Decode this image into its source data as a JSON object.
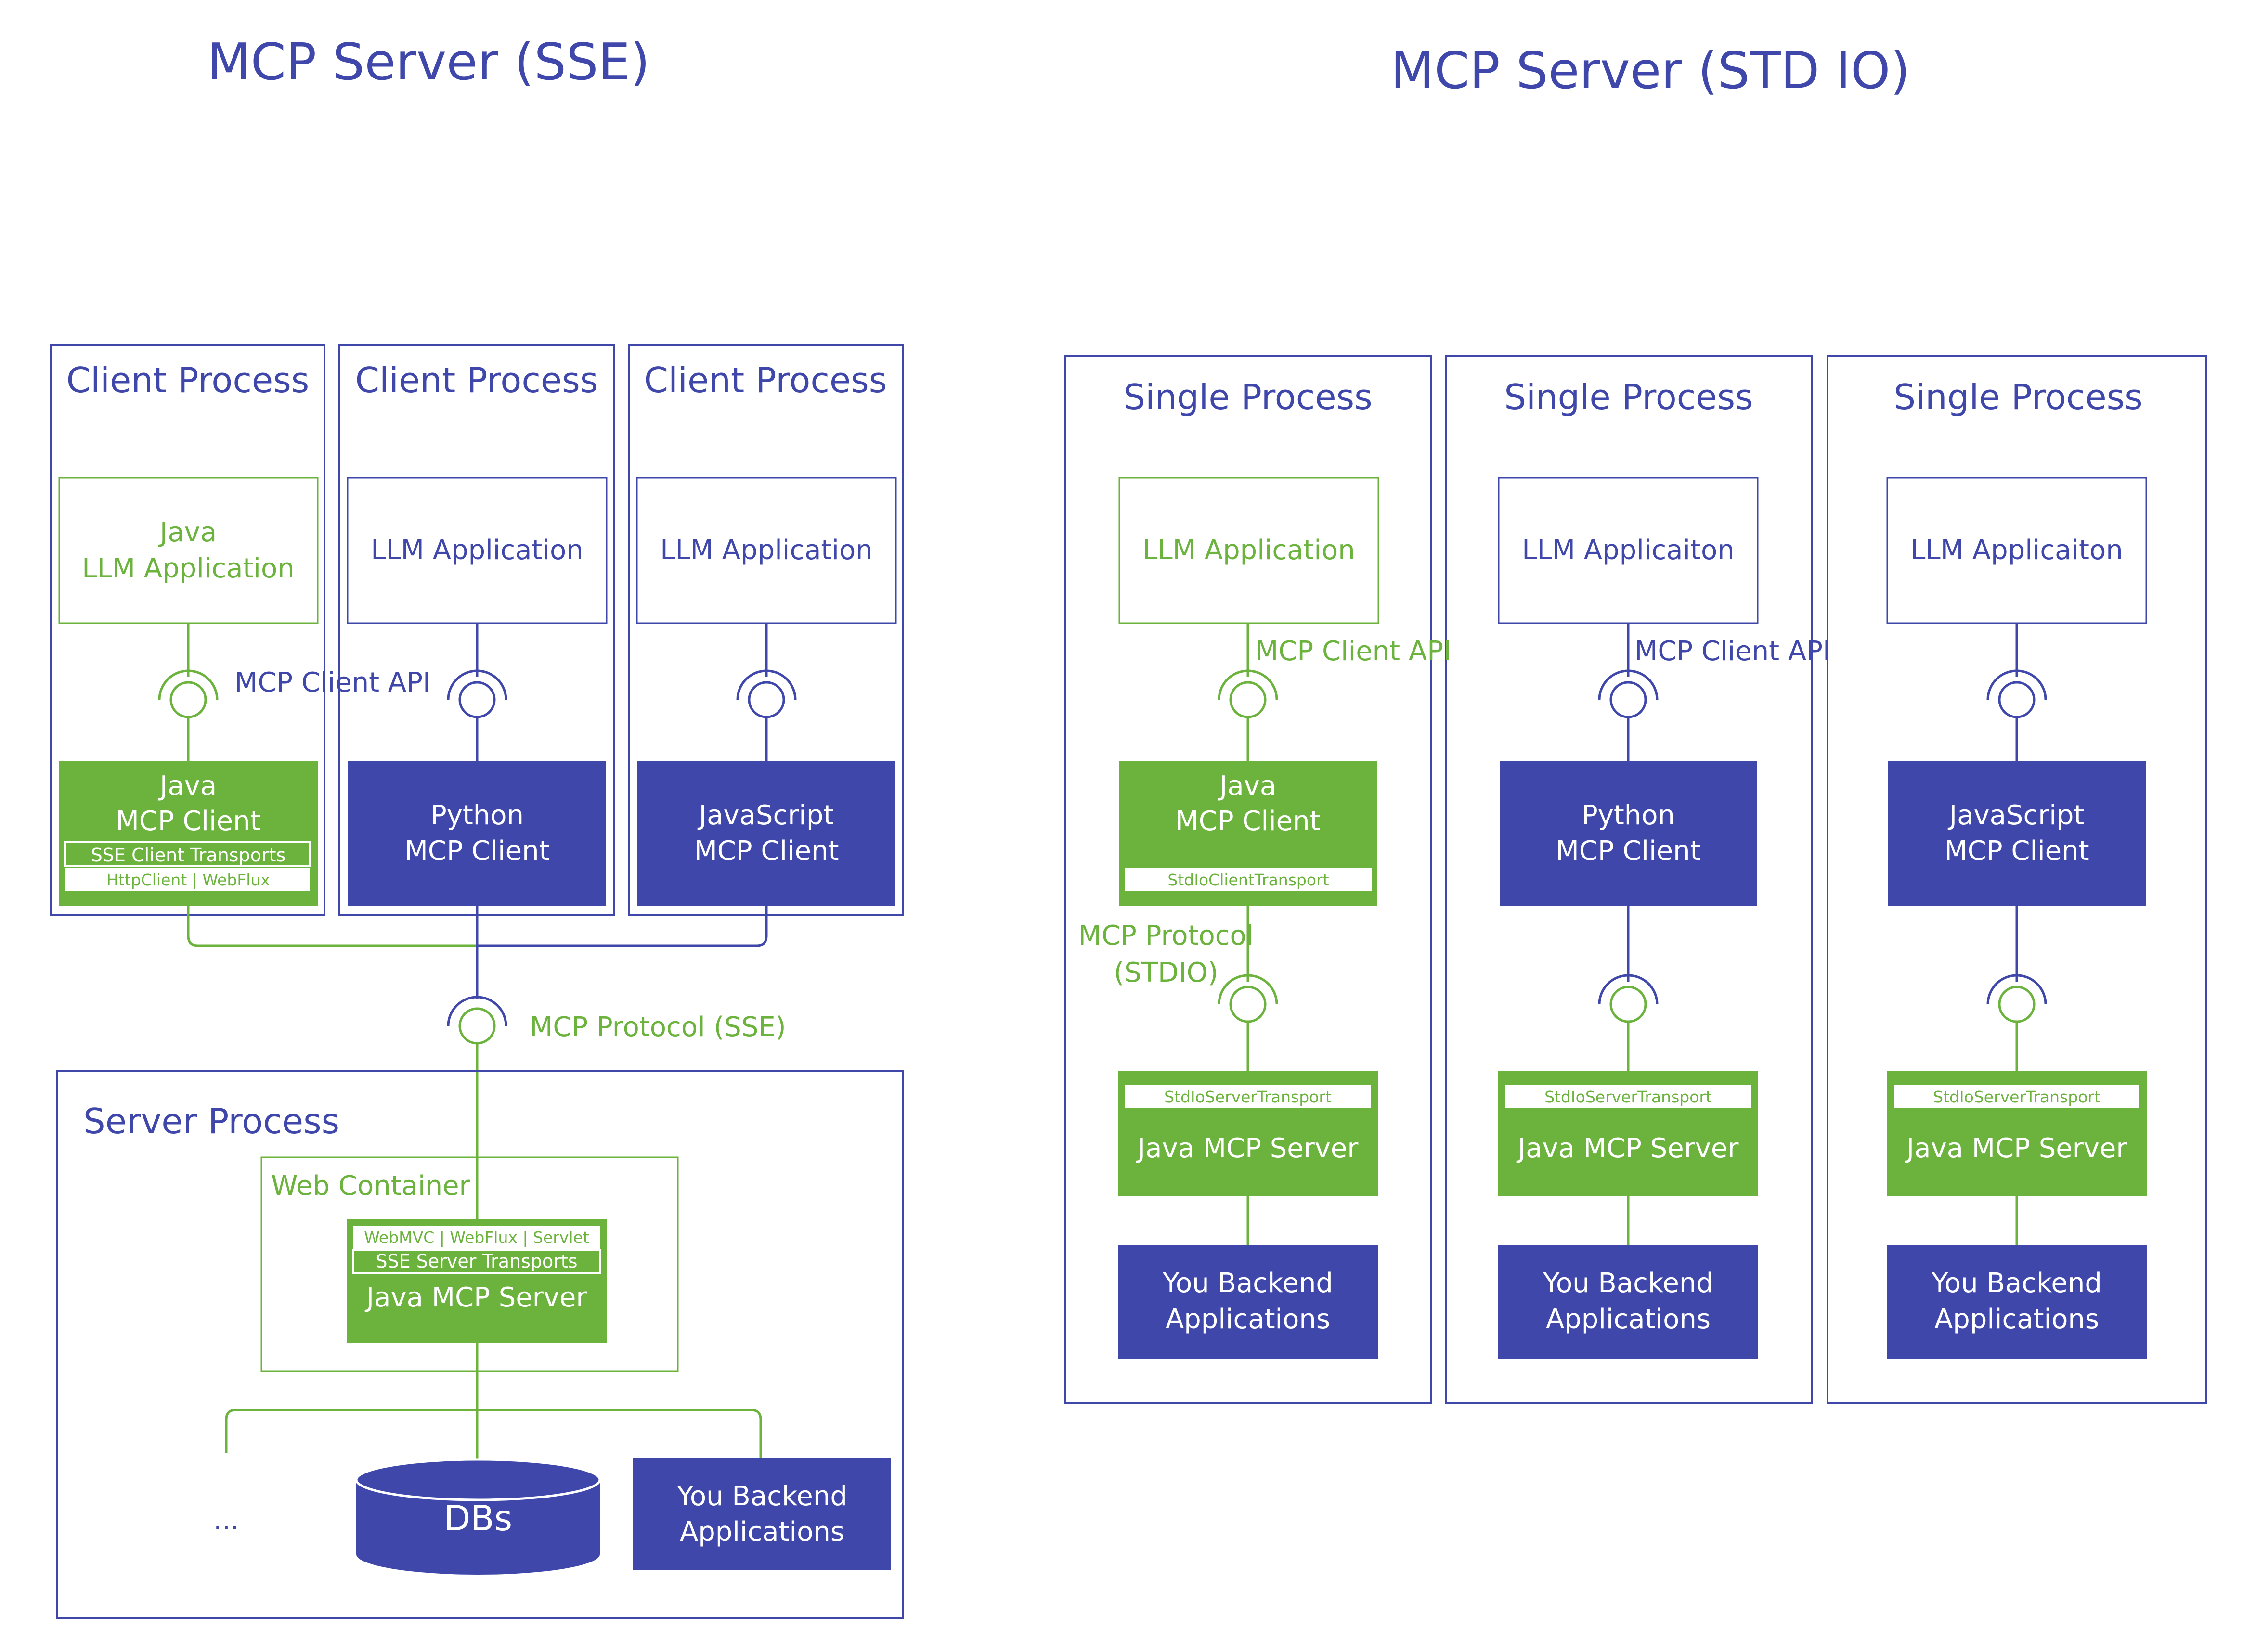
{
  "colors": {
    "blue": "#3f48aa",
    "green": "#6cb33e",
    "white": "#ffffff"
  },
  "sse": {
    "title": "MCP Server (SSE)",
    "client_process_label": "Client Process",
    "java_app": {
      "line1": "Java",
      "line2": "LLM Application"
    },
    "llm_app": "LLM Application",
    "client_api_label": "MCP Client API",
    "java_client": {
      "line1": "Java",
      "line2": "MCP Client",
      "transport": "SSE Client Transports",
      "impl": "HttpClient | WebFlux"
    },
    "python_client": {
      "line1": "Python",
      "line2": "MCP Client"
    },
    "js_client": {
      "line1": "JavaScript",
      "line2": "MCP Client"
    },
    "protocol_label": "MCP Protocol (SSE)",
    "server_process_label": "Server Process",
    "web_container_label": "Web Container",
    "server": {
      "impl": "WebMVC | WebFlux | Servlet",
      "transport": "SSE Server Transports",
      "label": "Java MCP Server"
    },
    "ellipsis": "...",
    "dbs": "DBs",
    "backend": {
      "line1": "You Backend",
      "line2": "Applications"
    }
  },
  "stdio": {
    "title": "MCP Server (STD IO)",
    "single_process_label": "Single Process",
    "col1": {
      "app": "LLM Application",
      "api": "MCP Client API",
      "client": {
        "line1": "Java",
        "line2": "MCP Client",
        "transport": "StdIoClientTransport"
      },
      "protocol": {
        "line1": "MCP Protocol",
        "line2": "(STDIO)"
      }
    },
    "col2": {
      "app": "LLM Applicaiton",
      "api": "MCP Client API",
      "client": {
        "line1": "Python",
        "line2": "MCP Client"
      }
    },
    "col3": {
      "app": "LLM Applicaiton",
      "client": {
        "line1": "JavaScript",
        "line2": "MCP Client"
      }
    },
    "server": {
      "transport": "StdIoServerTransport",
      "label": "Java MCP Server"
    },
    "backend": {
      "line1": "You Backend",
      "line2": "Applications"
    }
  }
}
